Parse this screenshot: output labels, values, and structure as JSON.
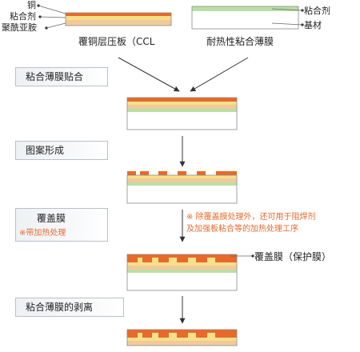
{
  "ccl": {
    "layers": [
      "铜",
      "粘合剂",
      "聚酰亚胺"
    ],
    "title": "覆铜层压板（CCL"
  },
  "film": {
    "layers": [
      "粘合剂",
      "基材"
    ],
    "title": "耐热性粘合薄膜"
  },
  "steps": [
    {
      "label": "粘合薄膜贴合",
      "note": ""
    },
    {
      "label": "图案形成",
      "note": ""
    },
    {
      "label": "覆盖膜",
      "note": "※带加热处理"
    },
    {
      "label": "粘合薄膜的剥离",
      "note": ""
    }
  ],
  "side_note": {
    "line1": "※ 除覆盖膜处理外，还可用于阻焊剂",
    "line2": "及加强板粘合等的加热处理工序"
  },
  "coverlay_label": "覆盖膜（保护膜）",
  "colors": {
    "copper": "#e8692a",
    "adhesive": "#f6e08a",
    "polyimide": "#f2c99a",
    "film_adhesive": "#b9e0a4",
    "substrate": "#ffffff",
    "outline": "#8a8a8a",
    "arrow": "#333333",
    "note": "#e8692a"
  }
}
